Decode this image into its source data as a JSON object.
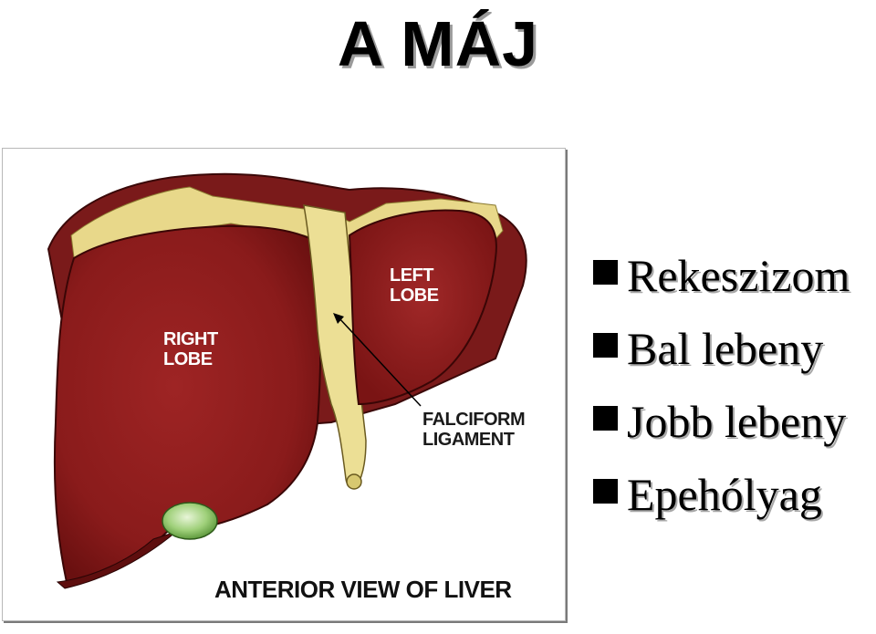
{
  "title": "A MÁJ",
  "figure": {
    "labels": {
      "right_lobe": [
        "RIGHT",
        "LOBE"
      ],
      "left_lobe": [
        "LEFT",
        "LOBE"
      ],
      "falciform": [
        "FALCIFORM",
        "LIGAMENT"
      ]
    },
    "caption": "ANTERIOR VIEW OF LIVER",
    "colors": {
      "liver": "#8b1a1a",
      "liver_dark": "#5e0e0e",
      "ligament": "#e6d98a",
      "gallbladder": "#9fd07a"
    }
  },
  "bullets": [
    {
      "text": "Rekeszizom"
    },
    {
      "text": "Bal lebeny"
    },
    {
      "text": "Jobb lebeny"
    },
    {
      "text": "Epehólyag"
    }
  ]
}
